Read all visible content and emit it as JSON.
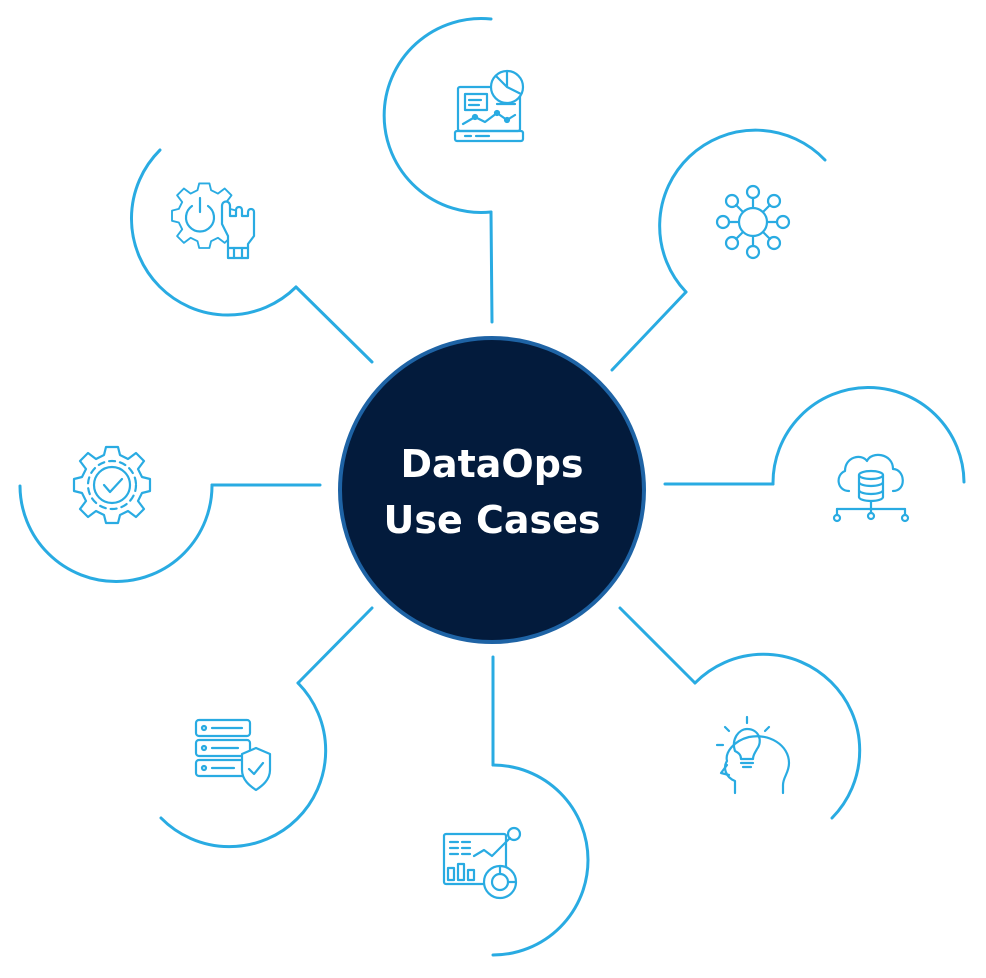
{
  "diagram": {
    "title_lines": [
      "DataOps",
      "Use Cases"
    ],
    "colors": {
      "line": "#29ABE2",
      "hub_fill": "#031B3C",
      "hub_ring": "#1E63A5",
      "title": "#FFFFFF",
      "background": "#FFFFFF"
    },
    "nodes": [
      {
        "id": "top",
        "icon": "analytics-dashboard-icon"
      },
      {
        "id": "upper-right",
        "icon": "network-hub-icon"
      },
      {
        "id": "right",
        "icon": "cloud-database-icon"
      },
      {
        "id": "lower-right",
        "icon": "idea-head-icon"
      },
      {
        "id": "bottom",
        "icon": "data-visualization-icon"
      },
      {
        "id": "lower-left",
        "icon": "secure-server-icon"
      },
      {
        "id": "left",
        "icon": "quality-gear-check-icon"
      },
      {
        "id": "upper-left",
        "icon": "automation-gear-hand-icon"
      }
    ]
  }
}
